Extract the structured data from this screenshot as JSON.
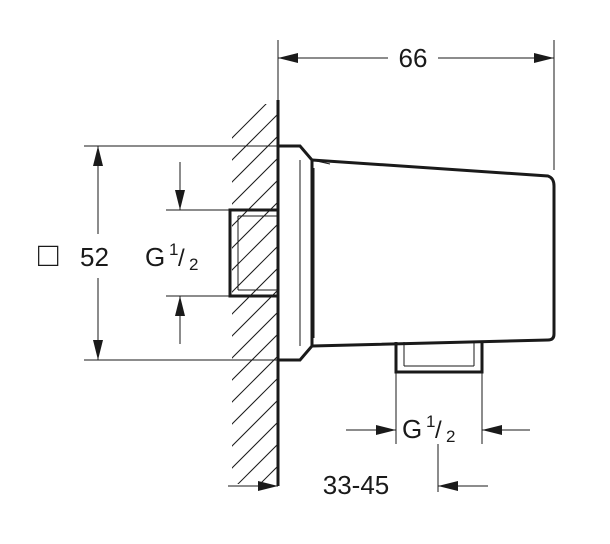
{
  "diagram": {
    "dimensions": {
      "width_66": "66",
      "square_symbol": "□",
      "square_size": "52",
      "thread_left_main": "G",
      "thread_left_sup": "1",
      "thread_left_slash": "/",
      "thread_left_sub": "2",
      "thread_bottom_main": "G",
      "thread_bottom_sup": "1",
      "thread_bottom_slash": "/",
      "thread_bottom_sub": "2",
      "depth_range": "33-45"
    },
    "colors": {
      "line": "#1a1a1a",
      "background": "#ffffff"
    }
  }
}
